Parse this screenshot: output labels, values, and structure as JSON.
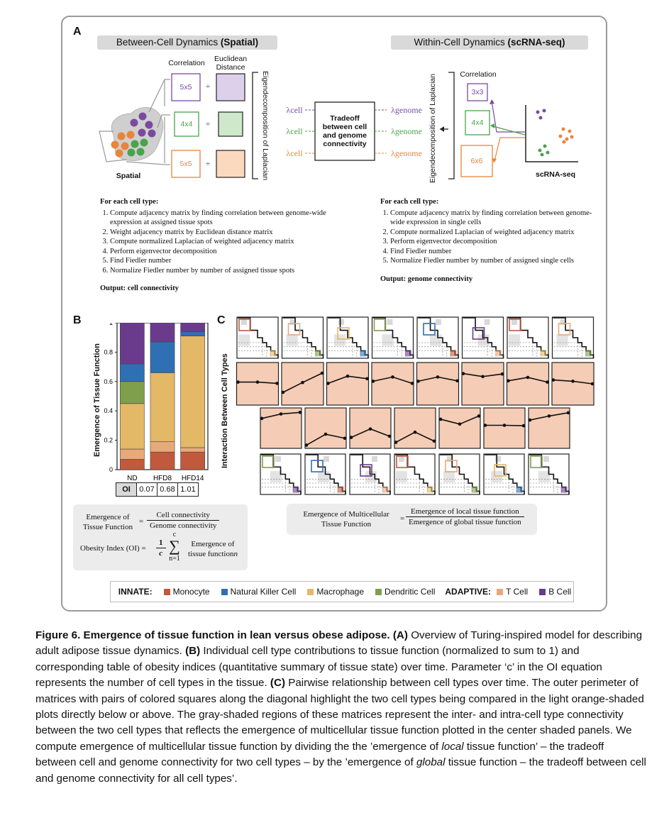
{
  "panel_a": {
    "label": "A",
    "left_title_plain": "Between-Cell Dynamics ",
    "left_title_bold": "(Spatial)",
    "right_title_plain": "Within-Cell Dynamics ",
    "right_title_bold": "(scRNA-seq)",
    "correlation_label": "Correlation",
    "euclidean_label_1": "Euclidean",
    "euclidean_label_2": "Distance",
    "spatial_label": "Spatial",
    "scrna_label": "scRNA-seq",
    "eigen_label": "Eigendecomposition of Laplacian",
    "tradeoff_1": "Tradeoff",
    "tradeoff_2": "between cell",
    "tradeoff_3": "and genome",
    "tradeoff_4": "connectivity",
    "lambda_cell": "λcell",
    "lambda_genome": "λgenome",
    "left_matrices": [
      "5x5",
      "4x4",
      "5x5"
    ],
    "right_matrices": [
      "3x3",
      "4x4",
      "6x6"
    ],
    "divide": "÷",
    "left_steps_header": "For each cell type:",
    "left_steps": [
      "Compute adjacency matrix by finding correlation between genome-wide expression at assigned tissue spots",
      "Weight adjacency matrix by Euclidean distance matrix",
      "Compute normalized Laplacian of weighted adjacency matrix",
      "Perform eigenvector decomposition",
      "Find Fiedler number",
      "Normalize Fiedler number by number of assigned tissue spots"
    ],
    "left_output": "Output: cell connectivity",
    "right_steps_header": "For each cell type:",
    "right_steps": [
      "Compute adjacency matrix by finding correlation between genome-wide expression in single cells",
      "Compute normalized Laplacian of weighted adjacency matrix",
      "Perform eigenvector decomposition",
      "Find Fiedler number",
      "Normalize Fiedler number by number of assigned single cells"
    ],
    "right_output": "Output: genome connectivity"
  },
  "panel_b": {
    "label": "B",
    "oi_label": "OI",
    "oi_values": [
      "0.07",
      "0.68",
      "1.01"
    ],
    "eq1_lhs_1": "Emergence of",
    "eq1_lhs_2": "Tissue Function",
    "eq1_num": "Cell connectivity",
    "eq1_den": "Genome connectivity",
    "eq2_lhs": "Obesity Index (OI) =",
    "eq2_frac_num": "1",
    "eq2_frac_den": "c",
    "eq2_sum_top": "c",
    "eq2_sum_bottom": "n=1",
    "eq2_term_1": "Emergence of",
    "eq2_term_2": "tissue function",
    "eq2_term_sub": "n"
  },
  "panel_c": {
    "label": "C",
    "ylabel": "Interaction Between Cell Types",
    "eq_lhs_1": "Emergence of  Multicellular",
    "eq_lhs_2": "Tissue Function",
    "eq_num": "Emergence of local tissue function",
    "eq_den": "Emergence of global tissue function",
    "top_lines": [
      [
        0.54,
        0.54,
        0.51
      ],
      [
        0.3,
        0.53,
        0.75
      ],
      [
        0.51,
        0.68,
        0.62
      ],
      [
        0.56,
        0.66,
        0.51
      ],
      [
        0.56,
        0.66,
        0.57
      ],
      [
        0.74,
        0.67,
        0.73
      ],
      [
        0.57,
        0.65,
        0.54
      ],
      [
        0.59,
        0.56,
        0.5
      ]
    ],
    "bottom_lines": [
      [
        0.74,
        0.85,
        0.89
      ],
      [
        0.08,
        0.35,
        0.25
      ],
      [
        0.27,
        0.48,
        0.3
      ],
      [
        0.15,
        0.4,
        0.18
      ],
      [
        0.72,
        0.6,
        0.8
      ],
      [
        0.57,
        0.57,
        0.56
      ],
      [
        0.7,
        0.8,
        0.88
      ]
    ]
  },
  "chart_data": {
    "type": "bar",
    "stacked": true,
    "categories": [
      "ND",
      "HFD8",
      "HFD14"
    ],
    "ylabel": "Emergence of Tissue Function",
    "ylim": [
      0,
      1
    ],
    "yticks": [
      "0",
      "0.2",
      "0.4",
      "0.6",
      "0.8",
      "1"
    ],
    "series": [
      {
        "name": "Monocyte",
        "color": "#c1593c",
        "values": [
          0.07,
          0.12,
          0.12
        ]
      },
      {
        "name": "T Cell",
        "color": "#e8a97a",
        "values": [
          0.07,
          0.07,
          0.03
        ]
      },
      {
        "name": "Macrophage",
        "color": "#e3b866",
        "values": [
          0.31,
          0.47,
          0.76
        ]
      },
      {
        "name": "Dendritic Cell",
        "color": "#7f9f4c",
        "values": [
          0.15,
          0.0,
          0.0
        ]
      },
      {
        "name": "Natural Killer Cell",
        "color": "#2f6fb4",
        "values": [
          0.12,
          0.21,
          0.03
        ]
      },
      {
        "name": "B Cell",
        "color": "#6a3b8c",
        "values": [
          0.28,
          0.13,
          0.06
        ]
      }
    ]
  },
  "legend": {
    "innate_label": "INNATE:",
    "adaptive_label": "ADAPTIVE:",
    "items": [
      {
        "name": "Monocyte",
        "color": "#c1593c"
      },
      {
        "name": "Natural Killer Cell",
        "color": "#2f6fb4"
      },
      {
        "name": "Macrophage",
        "color": "#e3b866"
      },
      {
        "name": "Dendritic Cell",
        "color": "#7f9f4c"
      },
      {
        "name": "T Cell",
        "color": "#e8a97a"
      },
      {
        "name": "B Cell",
        "color": "#6a3b8c"
      }
    ]
  },
  "caption": {
    "title": "Figure 6. Emergence of tissue function in lean versus obese adipose.",
    "a_tag": "(A)",
    "a_text": " Overview of Turing-inspired model for describing adult adipose tissue dynamics. ",
    "b_tag": "(B)",
    "b_text": " Individual cell type contributions to tissue function (normalized to sum to 1) and corresponding table of obesity indices (quantitative summary of tissue state) over time. Parameter ‘c’ in the OI equation represents the number of cell types in the tissue. ",
    "c_tag": "(C)",
    "c_text": " Pairwise relationship between cell types over time. The outer perimeter of matrices with pairs of colored squares along the diagonal highlight the two cell types being compared in the light orange-shaded plots directly below or above. The gray-shaded regions of these matrices represent the inter- and intra-cell type connectivity between the two cell types that reflects the emergence of multicellular tissue function plotted in the center shaded panels. We compute emergence of multicellular tissue function by dividing the the ’emergence of ",
    "local_word": "local",
    "c_text_2": " tissue function’ – the tradeoff between cell and genome connectivity for two cell types – by the ’emergence of ",
    "global_word": "global",
    "c_text_3": " tissue function – the tradeoff between cell and genome connectivity for all cell types’."
  }
}
